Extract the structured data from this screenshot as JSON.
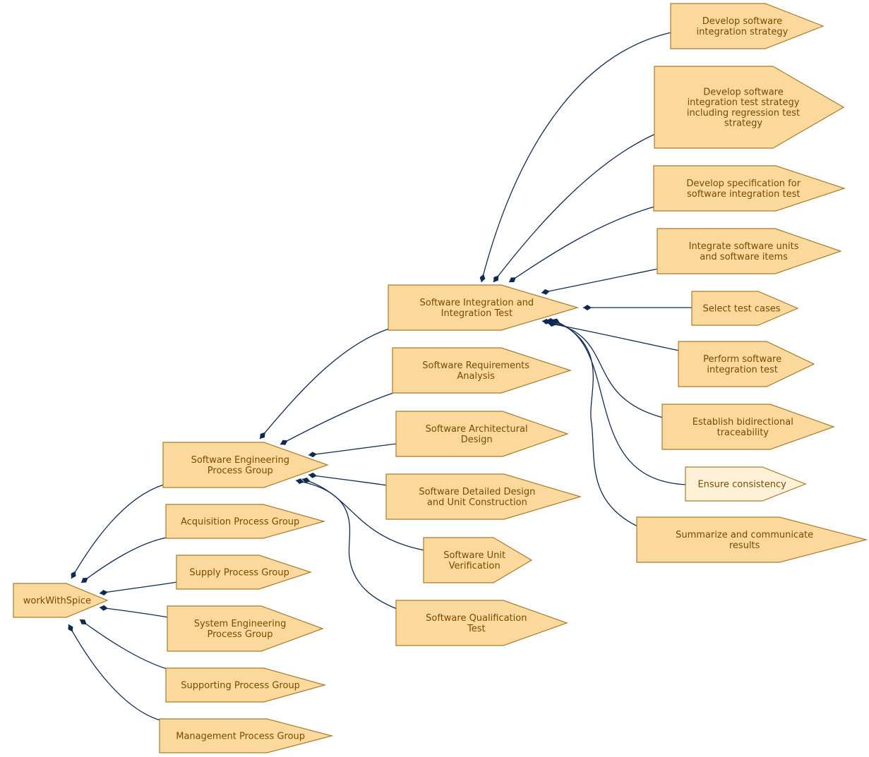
{
  "colors": {
    "node_fill": "#fbd99c",
    "node_fill_light": "#fff1d6",
    "node_stroke": "#a67c2e",
    "edge": "#0f2a52"
  },
  "nodes": [
    {
      "id": "root",
      "lines": [
        "workWithSpice"
      ]
    },
    {
      "id": "seng",
      "lines": [
        "Software Engineering",
        "Process Group"
      ]
    },
    {
      "id": "acq",
      "lines": [
        "Acquisition Process Group"
      ]
    },
    {
      "id": "sup",
      "lines": [
        "Supply Process Group"
      ]
    },
    {
      "id": "syseng",
      "lines": [
        "System Engineering",
        "Process Group"
      ]
    },
    {
      "id": "supp",
      "lines": [
        "Supporting Process Group"
      ]
    },
    {
      "id": "mgmt",
      "lines": [
        "Management Process Group"
      ]
    },
    {
      "id": "sit",
      "lines": [
        "Software Integration and",
        "Integration Test"
      ]
    },
    {
      "id": "sra",
      "lines": [
        "Software Requirements",
        "Analysis"
      ]
    },
    {
      "id": "sad",
      "lines": [
        "Software Architectural",
        "Design"
      ]
    },
    {
      "id": "sdd",
      "lines": [
        "Software Detailed Design",
        "and Unit Construction"
      ]
    },
    {
      "id": "suv",
      "lines": [
        "Software Unit",
        "Verification"
      ]
    },
    {
      "id": "sqt",
      "lines": [
        "Software Qualification",
        "Test"
      ]
    },
    {
      "id": "t1",
      "lines": [
        "Develop software",
        "integration strategy"
      ]
    },
    {
      "id": "t2",
      "lines": [
        "Develop software",
        "integration test strategy",
        "including regression test",
        "strategy"
      ]
    },
    {
      "id": "t3",
      "lines": [
        "Develop specification for",
        "software integration test"
      ]
    },
    {
      "id": "t4",
      "lines": [
        "Integrate software units",
        "and software items"
      ]
    },
    {
      "id": "t5",
      "lines": [
        "Select test cases"
      ]
    },
    {
      "id": "t6",
      "lines": [
        "Perform software",
        "integration test"
      ]
    },
    {
      "id": "t7",
      "lines": [
        "Establish bidirectional",
        "traceability"
      ]
    },
    {
      "id": "t8",
      "lines": [
        "Ensure consistency"
      ],
      "light": true
    },
    {
      "id": "t9",
      "lines": [
        "Summarize and communicate",
        "results"
      ]
    }
  ],
  "edges": [
    {
      "from": "root",
      "to": "seng"
    },
    {
      "from": "root",
      "to": "acq"
    },
    {
      "from": "root",
      "to": "sup"
    },
    {
      "from": "root",
      "to": "syseng"
    },
    {
      "from": "root",
      "to": "supp"
    },
    {
      "from": "root",
      "to": "mgmt"
    },
    {
      "from": "seng",
      "to": "sit"
    },
    {
      "from": "seng",
      "to": "sra"
    },
    {
      "from": "seng",
      "to": "sad"
    },
    {
      "from": "seng",
      "to": "sdd"
    },
    {
      "from": "seng",
      "to": "suv"
    },
    {
      "from": "seng",
      "to": "sqt"
    },
    {
      "from": "sit",
      "to": "t1"
    },
    {
      "from": "sit",
      "to": "t2"
    },
    {
      "from": "sit",
      "to": "t3"
    },
    {
      "from": "sit",
      "to": "t4"
    },
    {
      "from": "sit",
      "to": "t5"
    },
    {
      "from": "sit",
      "to": "t6"
    },
    {
      "from": "sit",
      "to": "t7"
    },
    {
      "from": "sit",
      "to": "t8"
    },
    {
      "from": "sit",
      "to": "t9"
    }
  ]
}
